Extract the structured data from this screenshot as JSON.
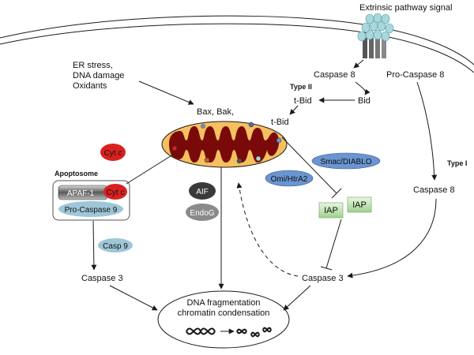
{
  "signals": {
    "extrinsic": "Extrinsic pathway signal",
    "stress_line1": "ER stress,",
    "stress_line2": "DNA damage",
    "stress_line3": "Oxidants"
  },
  "labels": {
    "caspase8_top": "Caspase 8",
    "procaspase8": "Pro-Caspase 8",
    "type2": "Type II",
    "tbid_1": "t-Bid",
    "bid": "Bid",
    "tbid_2": "t-Bid",
    "bax_bak": "Bax, Bak,",
    "type1": "Type I",
    "caspase8_right": "Caspase 8",
    "apoptosome": "Apoptosome",
    "caspase3_left": "Caspase 3",
    "caspase3_right": "Caspase 3",
    "dna_line1": "DNA fragmentation",
    "dna_line2": "chromatin condensation"
  },
  "pills": {
    "cytc": "Cyt c",
    "apaf1": "APAF-1",
    "cytc_bound": "Cyt c",
    "procaspase9": "Pro-Caspase 9",
    "casp9": "Casp 9",
    "aif": "AIF",
    "endog": "EndoG",
    "smac": "Smac/DIABLO",
    "omi": "Omi/HtrA2",
    "iap1": "IAP",
    "iap2": "IAP"
  },
  "colors": {
    "mito_outer": "#f5c060",
    "mito_inner": "#7a0a0a",
    "cytc": "#d92020",
    "blue_pill": "#6a95d0",
    "teal_pill": "#9fc6d8",
    "dark_pill": "#3a3a3a",
    "grey_pill": "#8a8a8a",
    "iap_green": "#bfe4b0",
    "receptor": "#a8d8dc"
  }
}
